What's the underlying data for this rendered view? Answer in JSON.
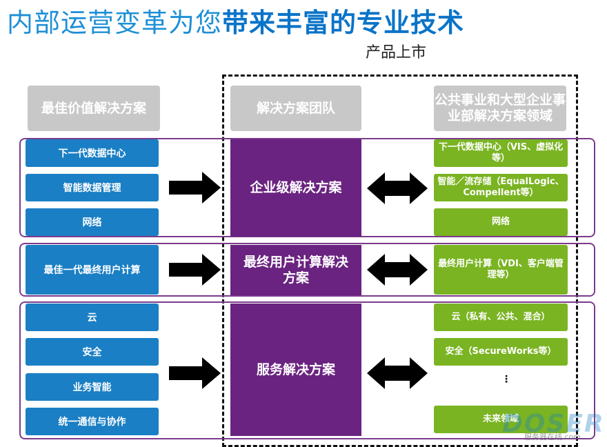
{
  "title": {
    "normal": "内部运营变革为您",
    "bold": "带来丰富的专业技术"
  },
  "subtitle": "产品上市",
  "columns": {
    "left_header": "最佳价值解决方案",
    "mid_header": "解决方案团队",
    "right_header": "公共事业和大型企业事业部解决方案领域"
  },
  "bands": [
    {
      "left": [
        "下一代数据中心",
        "智能数据管理",
        "网络"
      ],
      "mid": "企业级解决方案",
      "right": [
        "下一代数据中心（VIS、虚拟化等）",
        "智能／流存储（EqualLogic、Compellent等）",
        "网络"
      ]
    },
    {
      "left": [
        "最佳一代最终用户计算"
      ],
      "mid": "最终用户计算解决方案",
      "right": [
        "最终用户计算（VDI、客户端管理等）"
      ]
    },
    {
      "left": [
        "云",
        "安全",
        "业务智能",
        "统一通信与协作"
      ],
      "mid": "服务解决方案",
      "right": [
        "云（私有、公共、混合）",
        "安全（SecureWorks等）",
        "未来领域"
      ]
    }
  ],
  "ellipsis": "⋮",
  "watermark": "DOSERV",
  "watermark_sub": "服务器在线.com",
  "colors": {
    "blue": "#1a7fc4",
    "green": "#7ab422",
    "purple": "#6a2380",
    "band_border": "#7a3a8c",
    "header_gray": "#c8c8c8"
  }
}
